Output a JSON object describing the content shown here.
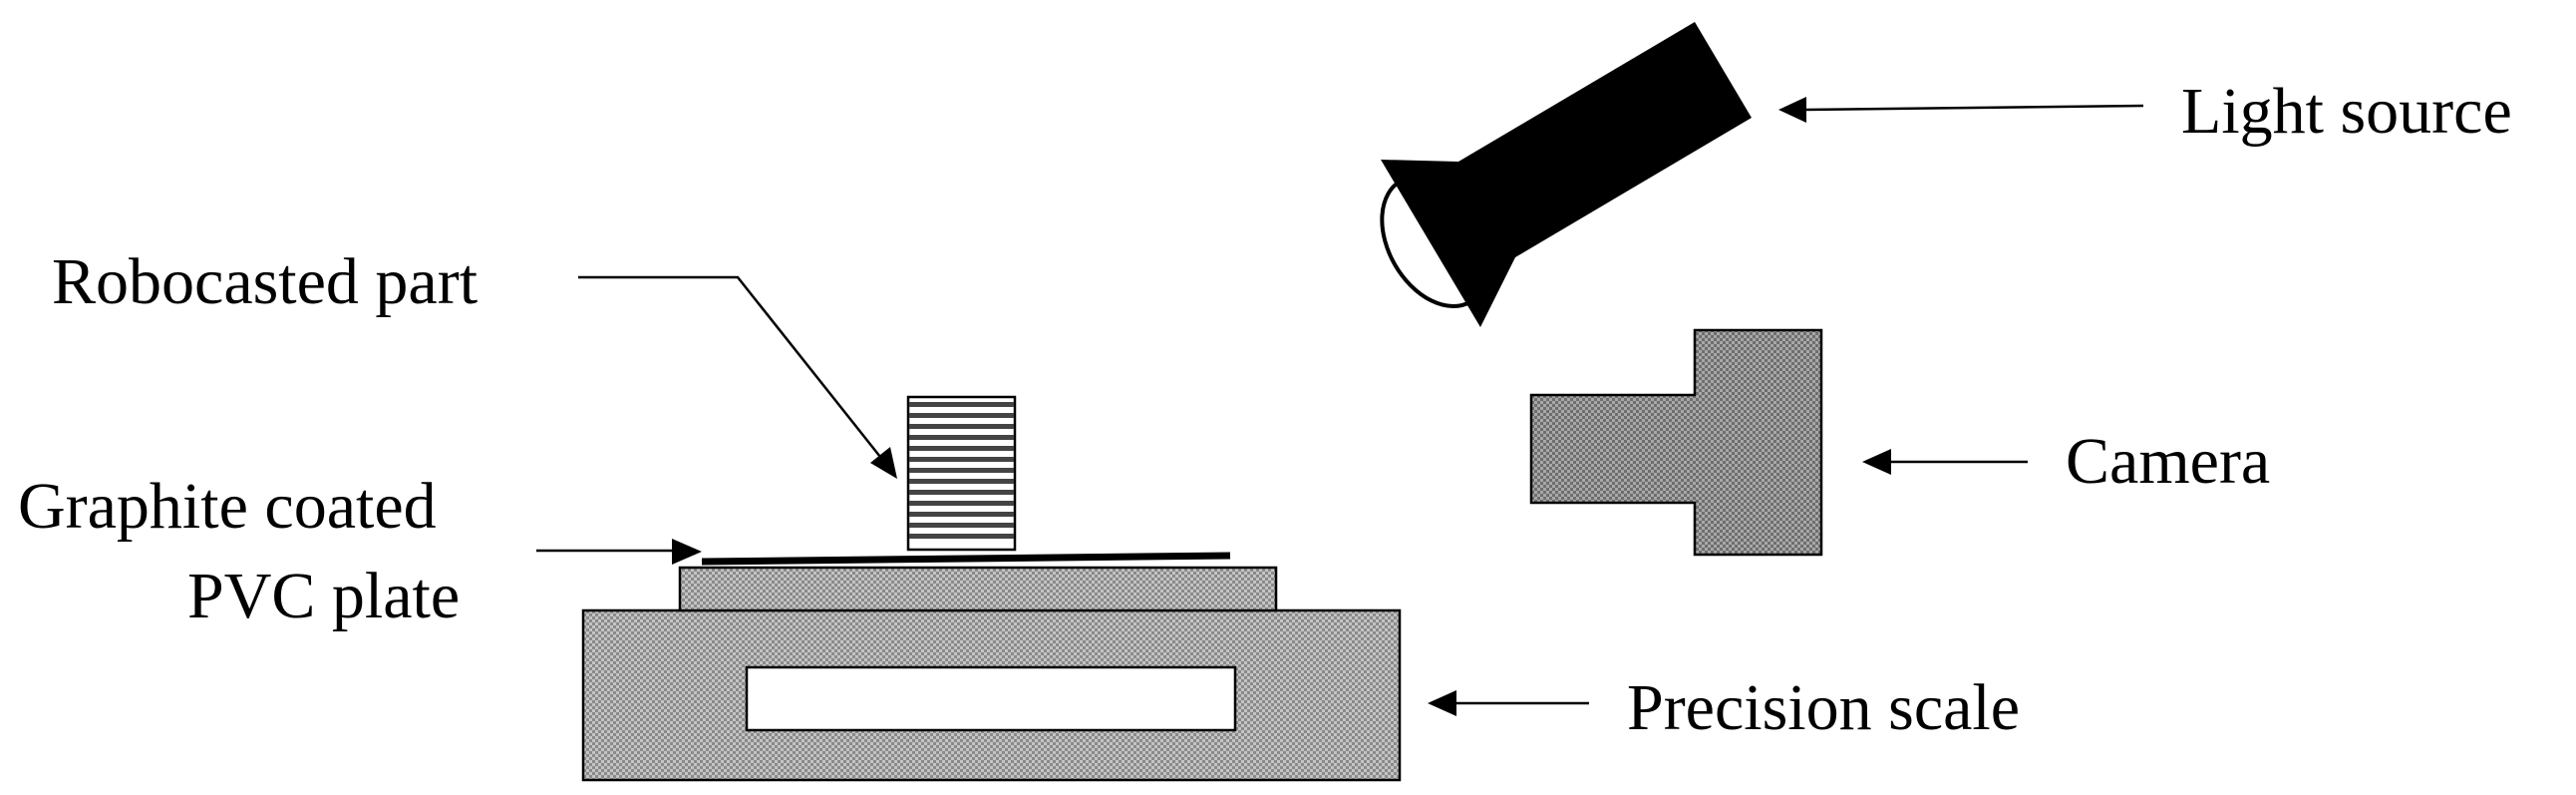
{
  "labels": {
    "light_source": "Light source",
    "robocasted_part": "Robocasted part",
    "camera": "Camera",
    "graphite_line1": "Graphite coated",
    "graphite_line2": "PVC plate",
    "precision_scale": "Precision scale"
  },
  "colors": {
    "ink": "#000000",
    "paper": "#ffffff",
    "stipple_fill": "#b3b3b3",
    "part_stripes": "#444444"
  }
}
